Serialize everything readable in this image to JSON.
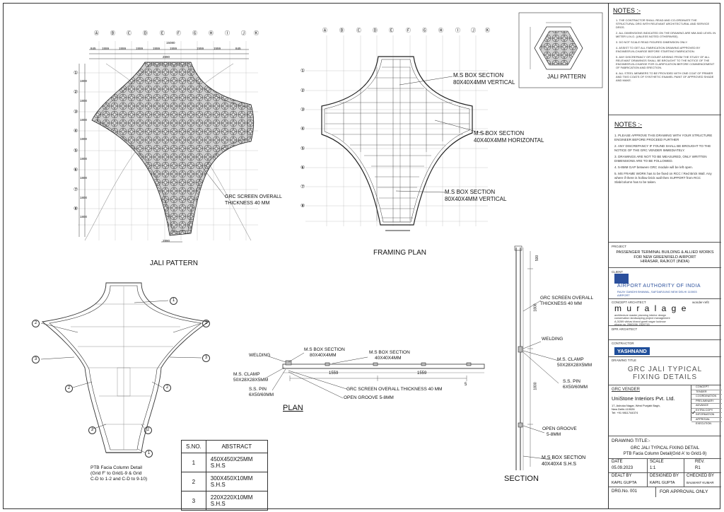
{
  "drawings": {
    "jali_pattern": "JALI PATTERN",
    "framing_plan": "FRAMING PLAN",
    "plan": "PLAN",
    "section": "SECTION",
    "jali_pattern_detail": "JALI PATTERN",
    "column_detail": [
      "PTB Facia Column Detail",
      "(Grid F' to Grid1-9 & Grid",
      "C-D to 1-2 and C-D to 9-10)"
    ]
  },
  "jali": {
    "grid_top": [
      "Ⓐ",
      "Ⓑ",
      "Ⓒ",
      "Ⓓ",
      "Ⓔ",
      "Ⓕ",
      "Ⓖ",
      "Ⓗ",
      "Ⓘ",
      "Ⓙ",
      "Ⓚ"
    ],
    "dims_top": [
      "845",
      "1559",
      "1559",
      "1559",
      "1559",
      "1559",
      "1559",
      "1559",
      "845"
    ],
    "overall": "15080",
    "top_dim": "2890",
    "bottom_dim": "2890",
    "grid_left": [
      "①",
      "②",
      "③",
      "④",
      "⑤",
      "⑥",
      "⑦",
      "⑧"
    ],
    "dims_left": [
      "1800",
      "1800",
      "1800",
      "1800",
      "1800",
      "1800",
      "1800",
      "1800"
    ],
    "note": [
      "GRC SCREEN OVERALL",
      "THICKNESS 40 MM"
    ]
  },
  "framing": {
    "grid_top": [
      "Ⓐ",
      "Ⓑ",
      "Ⓒ",
      "Ⓓ",
      "Ⓔ",
      "Ⓕ",
      "Ⓖ",
      "Ⓗ",
      "Ⓘ",
      "Ⓙ",
      "Ⓚ"
    ],
    "grid_left": [
      "①",
      "②",
      "③",
      "④",
      "⑤",
      "⑥",
      "⑦",
      "⑧"
    ],
    "label_1": [
      "M.S BOX SECTION",
      "80X40X4MM VERTICAL"
    ],
    "label_2": [
      "M.S BOX SECTION",
      "40X40X4MM HORIZONTAL"
    ],
    "label_3": [
      "M.S BOX SECTION",
      "80X40X4MM VERTICAL"
    ]
  },
  "column": {
    "callouts": [
      "1",
      "2",
      "2",
      "3",
      "3",
      "2",
      "2",
      "2",
      "2",
      "1"
    ]
  },
  "plan": {
    "box1": [
      "M.S BOX SECTION",
      "80X40X4MM"
    ],
    "box2": [
      "M.S BOX SECTION",
      "40X40X4MM"
    ],
    "welding": "WELDING",
    "clamp": [
      "M.S. CLAMP",
      "50X28X28X5MM"
    ],
    "pin": [
      "S.S. PIN",
      "6X50/60MM"
    ],
    "grc": "GRC SCREEN OVERALL THICKNESS 40 MM",
    "groove": "OPEN GROOVE 5-8MM",
    "dim1": "1559",
    "dim2": "1559",
    "dim3": "5"
  },
  "section": {
    "grc": [
      "GRC SCREEN OVERALL",
      "THICKNESS 40 MM"
    ],
    "welding": "WELDING",
    "clamp": [
      "M.S. CLAMP",
      "50X28X28X5MM"
    ],
    "pin": [
      "S.S. PIN",
      "6X50/60MM"
    ],
    "groove": [
      "OPEN GROOVE",
      "5-8MM"
    ],
    "box": [
      "M.S BOX SECTION",
      "40X40X4 S.H.S"
    ],
    "dim1": "1800",
    "dim2": "1800",
    "dim3": "500"
  },
  "abstract": {
    "headers": [
      "S.NO.",
      "ABSTRACT"
    ],
    "rows": [
      [
        "1",
        "450X450X25MM S.H.S"
      ],
      [
        "2",
        "300X450X10MM S.H.S"
      ],
      [
        "3",
        "220X220X10MM S.H.S"
      ]
    ]
  },
  "titleblock": {
    "notes1_title": "NOTES :-",
    "notes1": [
      "1. THE CONTRACTOR SHALL READ AND CO-ORDINATE THE STRUCTURAL DRG WITH RELEVANT ARCHITECTURAL AND SERVICE DRGS.",
      "2. ALL DIMENSIONS INDICATED ON THE DRAWING ARE MM AND LEVEL IN METER U.N.O. (UNLESS NOTED OTHERWISE).",
      "3. DO NOT SCALE READ FIGURED DIMENSION ONLY.",
      "4. ASSIST TO GET ALL FABRICATION DRAWING APPROVED BY ENGINEER-IN-CHARGE BEFORE STARTING FABRICATION.",
      "5. ANY DISCREPANCY OR DOUBT ARISING FROM THE STUDY OF ALL RELEVANT DRAWINGS SHALL BE BROUGHT TO THE NOTICE OF THE ENGINEER-IN-CHARGE FOR CLARIFICATION BEFORE COMMENCEMENT OF FABRICATION AND ERECTION.",
      "6. ALL STEEL MEMBERS TO BE PROVIDED WITH ONE COAT OF PRIMER AND TWO COATS OF SYNTHETIC ENAMEL PAINT OF APPROVED SHADE AND MAKE."
    ],
    "notes2_title": "NOTES :-",
    "notes2": [
      "1. PLEASE APPROVE THIS DRAWING WITH YOUR STRUCTURE ENGINEER BEFORE PROCEED FURTHER",
      "2. ANY DISCREPANCY IF FOUND SHALL BE BROUGHT TO THE NOTICE OF THE GRC VENDER IMMEDIATELY.",
      "3. DRAWINGS ARE NOT TO BE MEASURED, ONLY WRITTEN DIMENSIONS ARE TO BE FOLLOWED.",
      "4. 5-8MM GAP between GRC module will be left open.",
      "5. MS FRAME WORK has to be fixed on RCC / Red Brick Wall. Any where if there is hollow brick wall then SUPPORT from RCC Slab/column has to be taken."
    ],
    "project_label": "PROJECT",
    "project": [
      "PASSENGER TERMINAL BUILDING & ALLIED WORKS",
      "FOR NEW GREENFIELD AIRPORT",
      "HIRASAR, RAJKOT (INDIA)"
    ],
    "client_label": "CLIENT",
    "client": "AIRPORT AUTHORITY OF INDIA",
    "client_address": "RAJIV GANDHI BHAWAL, SAFDARJUNG NEW DELHI 110003",
    "client_sub": "AIRPORT",
    "concept_label": "CONCEPT ARCHITECT",
    "concept_tag": "wonder-refit",
    "muralage": "m u r a l a g e",
    "muralage_sub": [
      "architecture    master planning    interior design",
      "conservation    landscaping    project management",
      "A-3/269    vibhav khand    gomti nagar    lucknow",
      "phone no.    2960156,    2320715"
    ],
    "dpr_label": "DPR ARCHITECT",
    "contractor_label": "CONTRACTOR",
    "contractor": "YASHNAND",
    "drawing_title_label": "DRAWING TITLE",
    "drawing_title": [
      "GRC JALI TYPICAL",
      "FIXING DETAILS"
    ],
    "vendor_label": "GRC VENDER",
    "vendor": "UniStone Interiors Pvt. Ltd.",
    "vendor_address": [
      "17, Ashoka Nagar, West Punjabi Bagh,",
      "New Delhi-110026",
      "Tel: +91 9811744374"
    ],
    "status": [
      "CONCEPT",
      "TENDER",
      "COORDINATION",
      "PRELIMINARY",
      "ADVANCE",
      "EXTRA COPY",
      "INFORMATION",
      "APPROVAL",
      "EXECUTION"
    ],
    "title_box_label": "DRAWING TITLE:-",
    "title_box": [
      "GRC JALI TYPICAL FIXING DETAIL",
      "PTB Facia Column Detail(Grid A' to Grid1-9)"
    ],
    "date_label": "DATE",
    "date": "05.09.2023",
    "scale_label": "SCALE",
    "scale": "1:1",
    "rev_label": "REV.",
    "rev": "R1",
    "dealt_label": "DEALT BY",
    "dealt": "KAPIL GUPTA",
    "designed_label": "DESIGNED BY",
    "designed": "KAPIL GUPTA",
    "checked_label": "CHECKED BY",
    "checked": "BALWANT KUMAR",
    "drg_label": "DRG.No. 001",
    "approval": "FOR APPROVAL ONLY"
  }
}
